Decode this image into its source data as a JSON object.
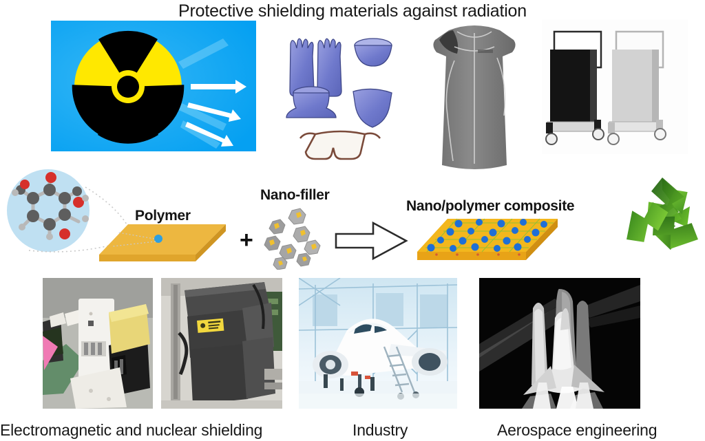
{
  "title": "Protective shielding materials against radiation",
  "panels": {
    "hazard": {
      "name": "radiation-hazard-sign",
      "background_color": "#0fa4ee",
      "symbol_color": "#ffe800",
      "trefoil_color": "#000000",
      "ray_color": "#ffffff"
    },
    "protective_gear": {
      "name": "lead-protective-gear",
      "items": [
        "gloves",
        "cap",
        "collar",
        "thyroid-shield",
        "leaded-glasses"
      ],
      "color": "#6f79cc"
    },
    "apron": {
      "name": "lead-apron",
      "color": "#7d7d7d"
    },
    "barriers": {
      "name": "mobile-radiation-barriers",
      "items": [
        "black-barrier",
        "grey-barrier"
      ],
      "colors": [
        "#141414",
        "#c9c9c9"
      ]
    },
    "recycle": {
      "name": "recycling-symbol",
      "color": "#3a9e2b"
    }
  },
  "process": {
    "molecule_label": "",
    "polymer_label": "Polymer",
    "nanofiller_label": "Nano-filler",
    "plus": "+",
    "composite_label": "Nano/polymer composite",
    "polymer_color": "#edb740",
    "nanoparticle_color": "#1f6fd6",
    "molecule_circle_color": "#bfe0f2",
    "carbon_color": "#5e5e5e",
    "oxygen_color": "#d6302b"
  },
  "applications": [
    {
      "caption": "Electromagnetic and nuclear shielding",
      "photos": [
        "electronic-components",
        "lead-shielding-blocks"
      ]
    },
    {
      "caption": "Industry",
      "photos": [
        "aircraft-hangar"
      ]
    },
    {
      "caption": "Aerospace engineering",
      "photos": [
        "space-shuttle-launch"
      ]
    }
  ],
  "captions": {
    "emi": "Electromagnetic and nuclear shielding",
    "industry": "Industry",
    "aerospace": "Aerospace engineering"
  }
}
